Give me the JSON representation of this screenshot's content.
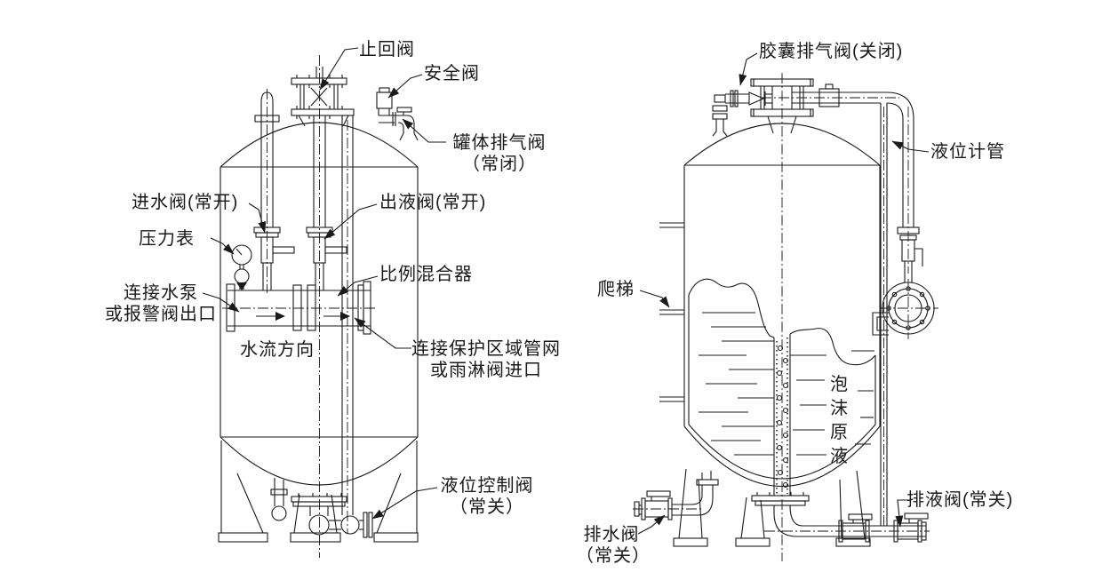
{
  "diagram": {
    "background_color": "#ffffff",
    "line_color": "#1a1a1a",
    "left_tank": {
      "labels": {
        "check_valve": "止回阀",
        "safety_valve": "安全阀",
        "tank_vent_valve": "罐体排气阀\n（常闭）",
        "inlet_valve": "进水阀(常开)",
        "pressure_gauge": "压力表",
        "pump_connection": "连接水泵\n或报警阀出口",
        "flow_direction": "水流方向",
        "outlet_valve": "出液阀(常开)",
        "proportioner": "比例混合器",
        "network_connection": "连接保护区域管网\n或雨淋阀进口",
        "level_control_valve": "液位控制阀\n（常关）"
      }
    },
    "right_tank": {
      "labels": {
        "bladder_vent_valve": "胶囊排气阀(关闭)",
        "level_gauge_pipe": "液位计管",
        "ladder": "爬梯",
        "foam_concentrate": "泡沫原液",
        "drain_water_valve": "排水阀\n（常关）",
        "drain_liquid_valve": "排液阀(常关)"
      }
    }
  }
}
